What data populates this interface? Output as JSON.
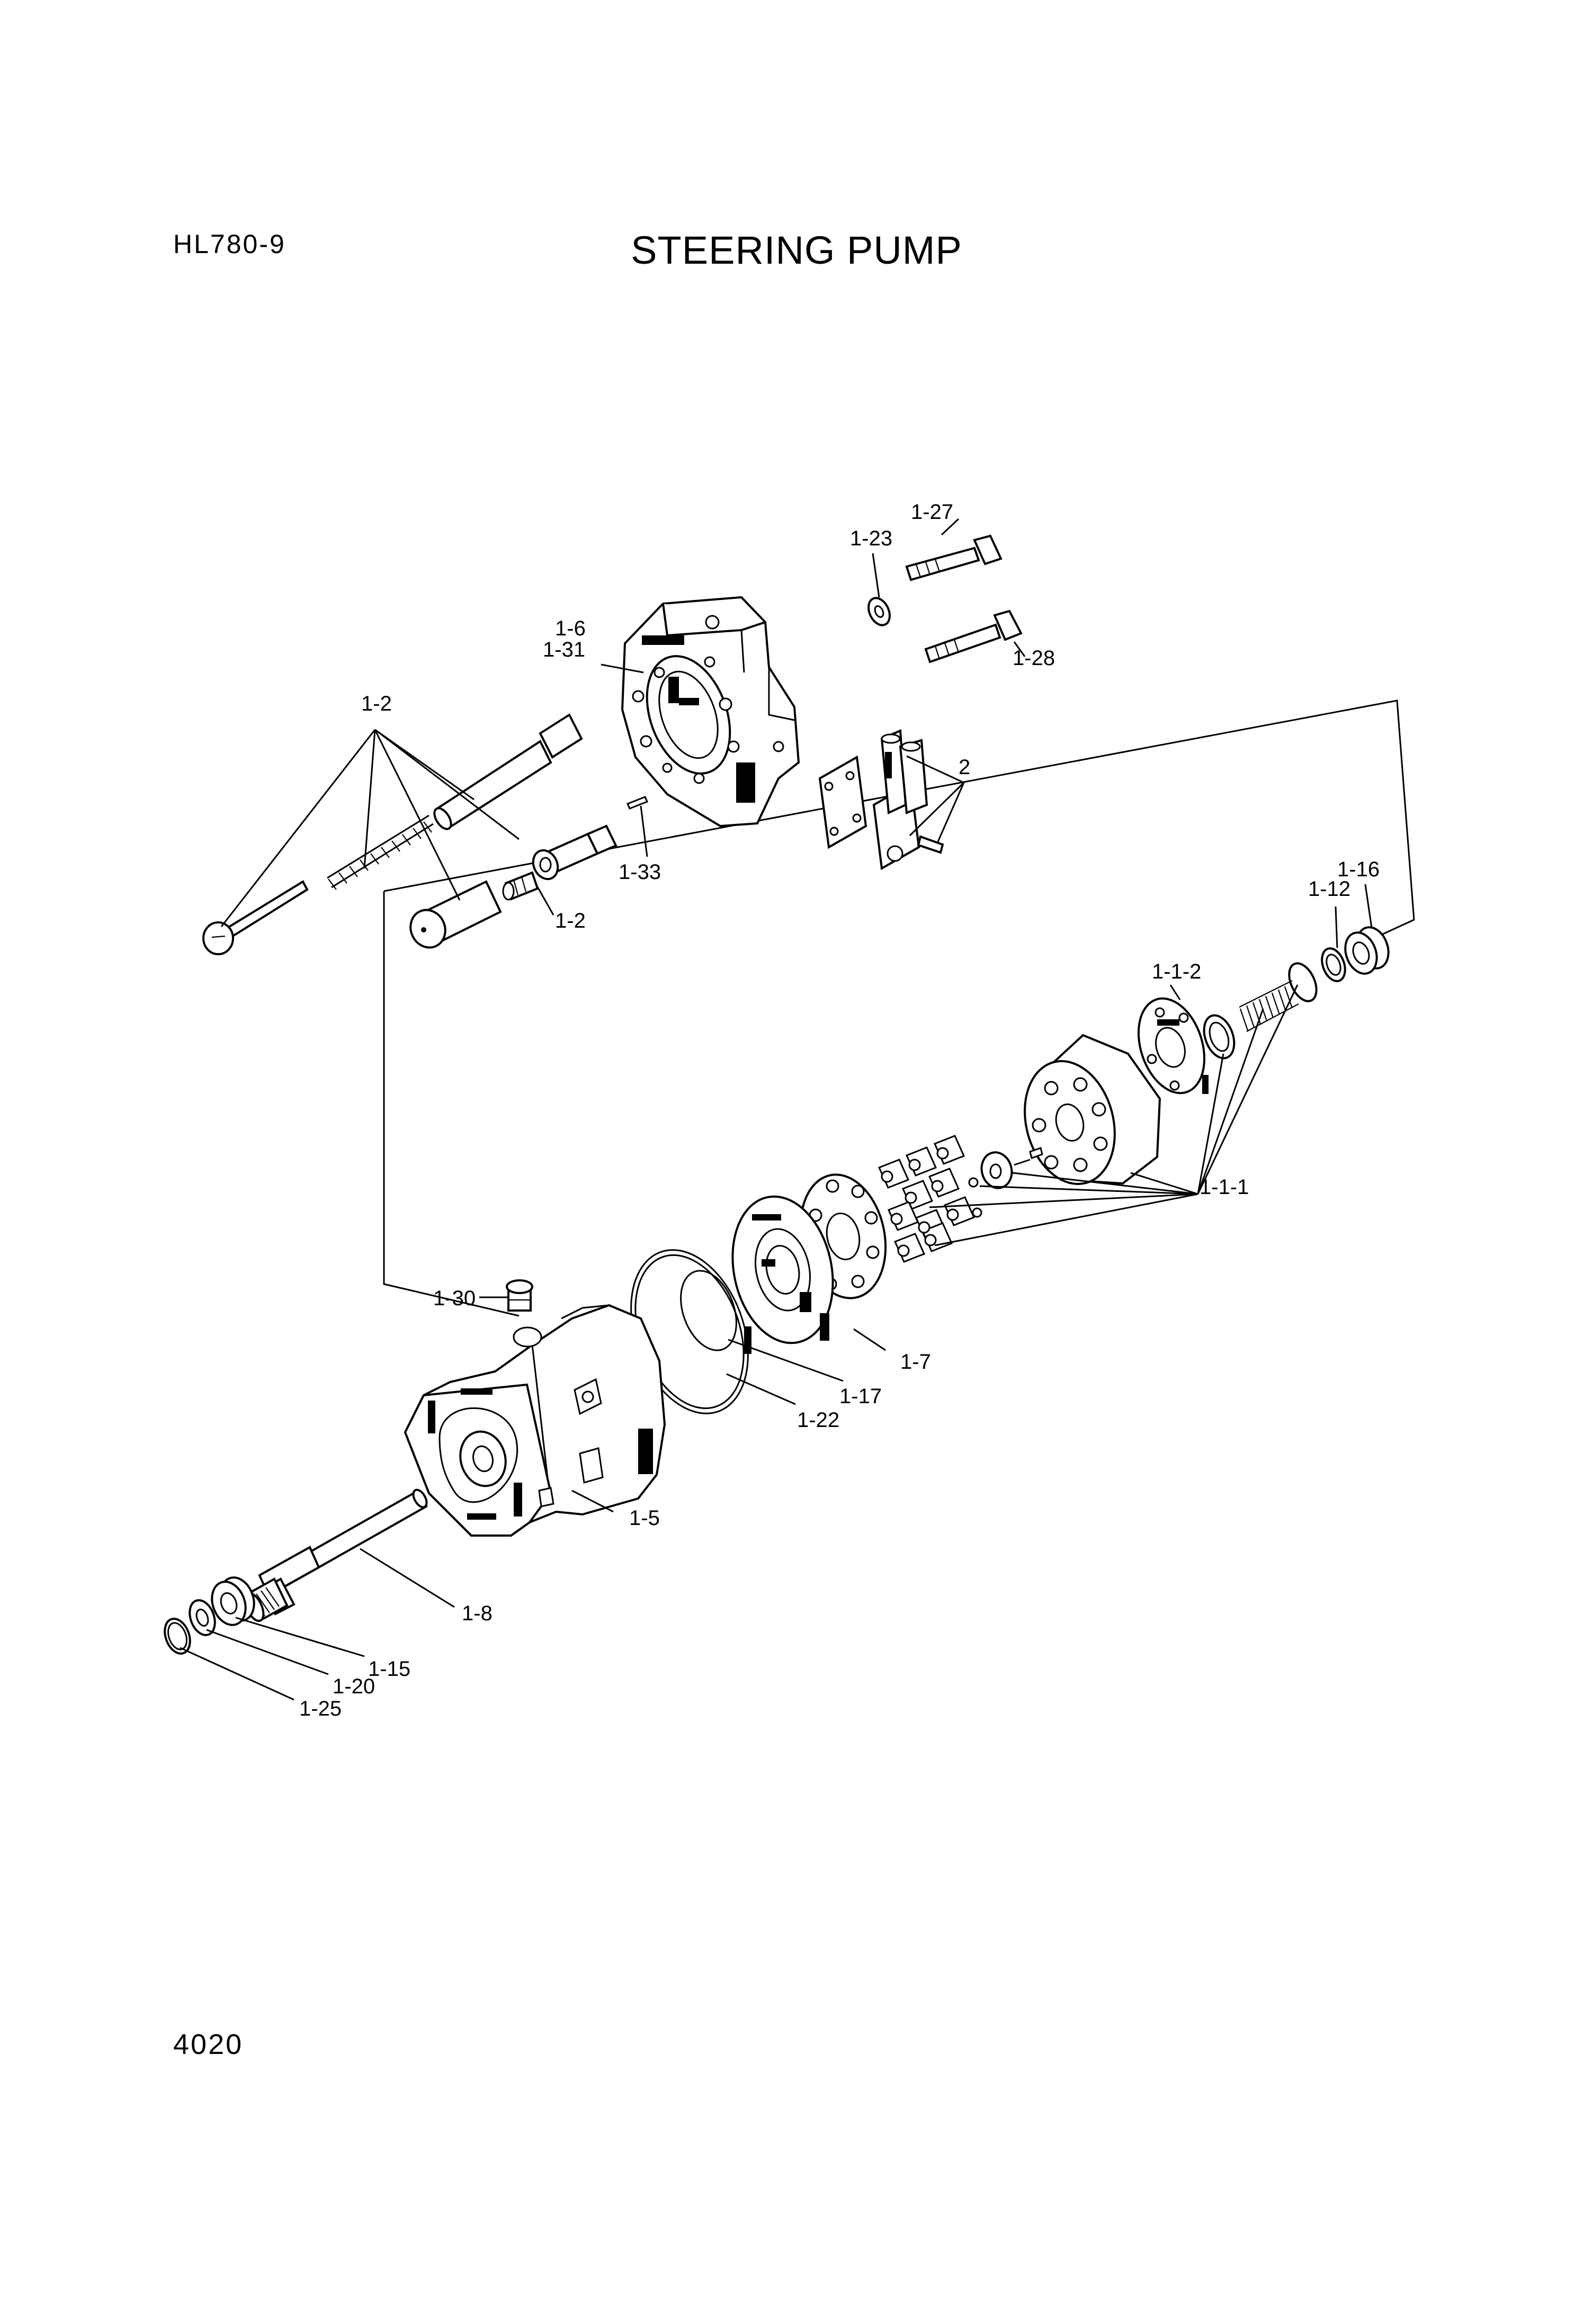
{
  "header": {
    "model": "HL780-9",
    "title": "STEERING PUMP"
  },
  "footer": {
    "page_number": "4020"
  },
  "callouts": {
    "c1_27": "1-27",
    "c1_23": "1-23",
    "c1_28": "1-28",
    "c1_6": "1-6",
    "c1_31": "1-31",
    "c1_2a": "1-2",
    "c2": "2",
    "c1_33": "1-33",
    "c1_2b": "1-2",
    "c1_16": "1-16",
    "c1_12": "1-12",
    "c1_1_2": "1-1-2",
    "c1_1_1": "1-1-1",
    "c1_30": "1-30",
    "c1_7": "1-7",
    "c1_17": "1-17",
    "c1_22": "1-22",
    "c1_5": "1-5",
    "c1_8": "1-8",
    "c1_15": "1-15",
    "c1_20": "1-20",
    "c1_25": "1-25"
  }
}
